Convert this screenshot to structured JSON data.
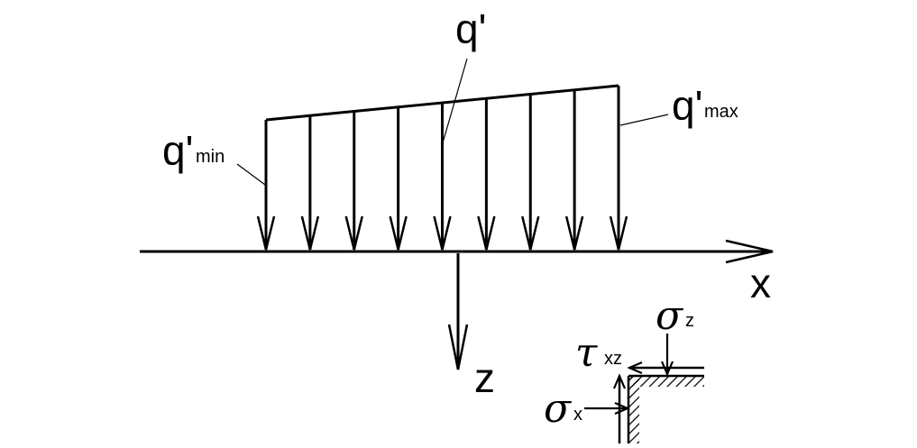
{
  "axes": {
    "x_label": "x",
    "z_label": "z"
  },
  "load": {
    "q_label": "q'",
    "qmin_main": "q'",
    "qmin_sub": "min",
    "qmax_main": "q'",
    "qmax_sub": "max",
    "arrow_count": 9
  },
  "stress": {
    "sigma_z_main": "σ",
    "sigma_z_sub": "z",
    "tau_main": "τ",
    "tau_sub": "xz",
    "sigma_x_main": "σ",
    "sigma_x_sub": "x"
  },
  "colors": {
    "line": "#000000",
    "background": "#ffffff"
  }
}
